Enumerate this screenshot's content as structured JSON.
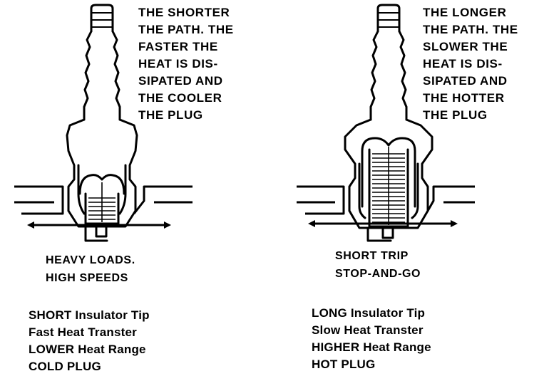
{
  "cold_plug": {
    "path_note": [
      "THE SHORTER",
      "THE PATH. THE",
      "FASTER THE",
      "HEAT IS DIS-",
      "SIPATED AND",
      "THE COOLER",
      "THE PLUG"
    ],
    "use_note": [
      "HEAVY LOADS.",
      "HIGH SPEEDS"
    ],
    "spec": [
      "SHORT Insulator Tip",
      "Fast Heat Transter",
      "LOWER Heat Range",
      "COLD PLUG"
    ]
  },
  "hot_plug": {
    "path_note": [
      "THE LONGER",
      "THE PATH. THE",
      "SLOWER THE",
      "HEAT IS DIS-",
      "SIPATED AND",
      "THE HOTTER",
      "THE PLUG"
    ],
    "use_note": [
      "SHORT TRIP",
      "STOP-AND-GO"
    ],
    "spec": [
      "LONG Insulator Tip",
      "Slow Heat Transter",
      "HIGHER Heat Range",
      "HOT PLUG"
    ]
  },
  "icons": {
    "left_plug": "spark-plug-cold-icon",
    "right_plug": "spark-plug-hot-icon",
    "heat_arrow": "double-arrow-icon"
  }
}
